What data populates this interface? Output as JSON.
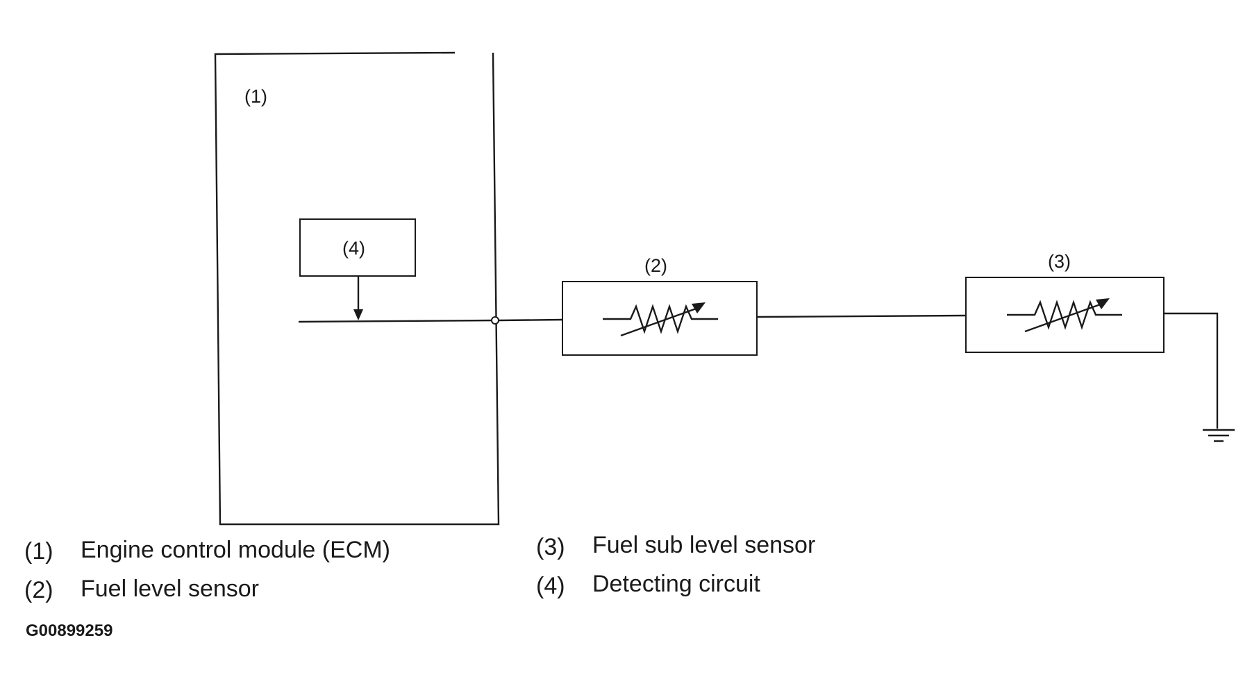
{
  "diagram": {
    "ecm_label": "(1)",
    "detecting_circuit_label": "(4)",
    "fuel_level_sensor_label": "(2)",
    "fuel_sub_level_sensor_label": "(3)"
  },
  "legend": [
    {
      "num": "(1)",
      "text": "Engine control module (ECM)"
    },
    {
      "num": "(2)",
      "text": "Fuel level sensor"
    },
    {
      "num": "(3)",
      "text": "Fuel sub level sensor"
    },
    {
      "num": "(4)",
      "text": "Detecting circuit"
    }
  ],
  "figure_id": "G00899259"
}
